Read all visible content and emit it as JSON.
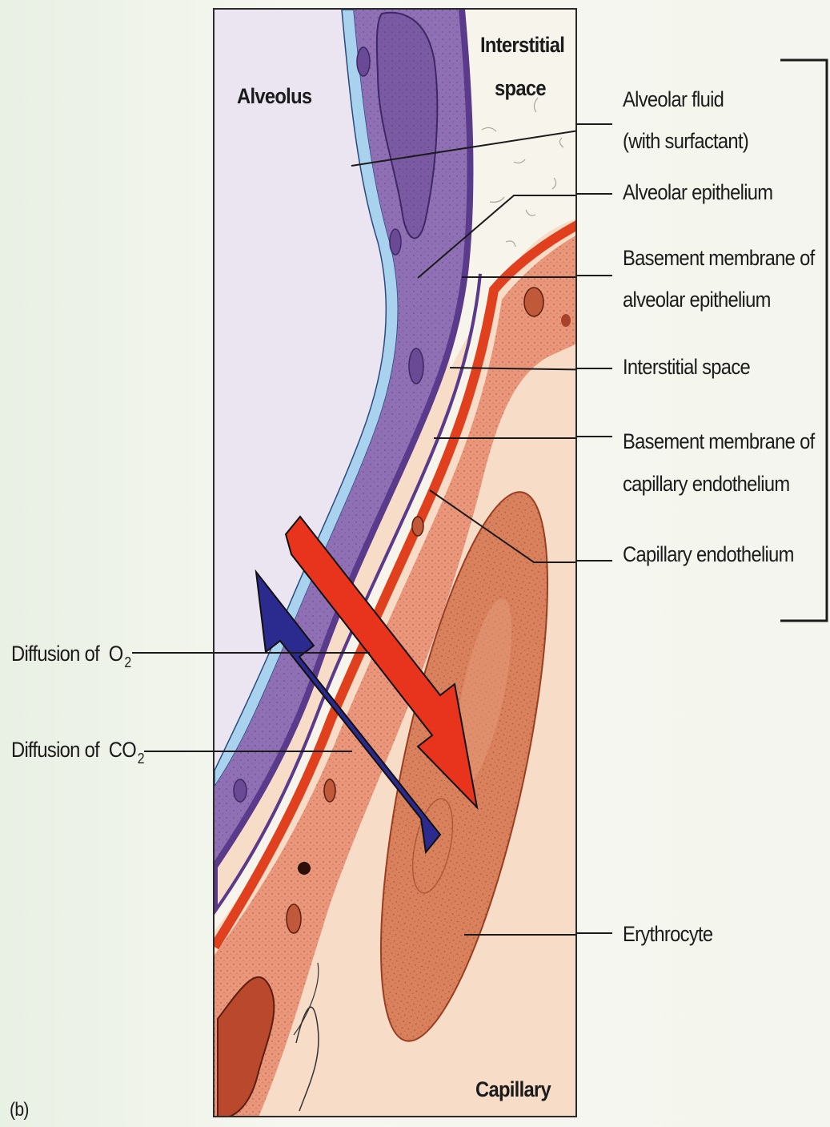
{
  "regions": {
    "alveolus": "Alveolus",
    "interstitial_line1": "Interstitial",
    "interstitial_line2": "space",
    "capillary": "Capillary"
  },
  "labels": [
    {
      "id": "alveolar-fluid",
      "line1": "Alveolar fluid",
      "line2": "(with surfactant)"
    },
    {
      "id": "alveolar-epithelium",
      "line1": "Alveolar epithelium",
      "line2": ""
    },
    {
      "id": "basement-membrane-alveolar",
      "line1": "Basement membrane of",
      "line2": "alveolar epithelium"
    },
    {
      "id": "interstitial-space",
      "line1": "Interstitial space",
      "line2": ""
    },
    {
      "id": "basement-membrane-capillary",
      "line1": "Basement membrane of",
      "line2": "capillary endothelium"
    },
    {
      "id": "capillary-endothelium",
      "line1": "Capillary endothelium",
      "line2": ""
    },
    {
      "id": "erythrocyte",
      "line1": "Erythrocyte",
      "line2": ""
    }
  ],
  "diffusion": {
    "o2_prefix": "Diffusion of",
    "o2_gas": "O",
    "o2_subscript": "2",
    "co2_prefix": "Diffusion of",
    "co2_gas": "CO",
    "co2_subscript": "2"
  },
  "panel_letter": "(b)",
  "colors": {
    "alveolus": "#e9e2f0",
    "surfactant": "#a8d0ee",
    "epithelium": "#8f6fb3",
    "epithelium_edge": "#5e3f8c",
    "interstitial": "#f7f4ec",
    "basement_membrane": "#e2421f",
    "endothelium": "#e7957a",
    "capillary": "#f7d9c4",
    "erythrocyte": "#d9805c",
    "o2_arrow": "#e8321c",
    "co2_arrow": "#2a2a8c"
  }
}
